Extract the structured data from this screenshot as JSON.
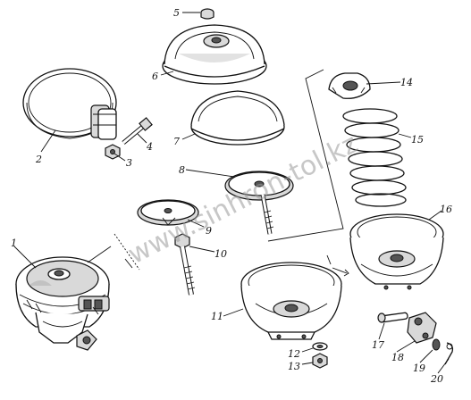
{
  "callouts": {
    "1": "1",
    "2": "2",
    "3": "3",
    "4": "4",
    "5": "5",
    "6": "6",
    "7": "7",
    "8": "8",
    "9": "9",
    "10": "10",
    "11": "11",
    "12": "12",
    "13": "13",
    "14": "14",
    "15": "15",
    "16": "16",
    "17": "17",
    "18": "18",
    "19": "19",
    "20": "20"
  },
  "watermark": "www.sinhron-tol.kz"
}
